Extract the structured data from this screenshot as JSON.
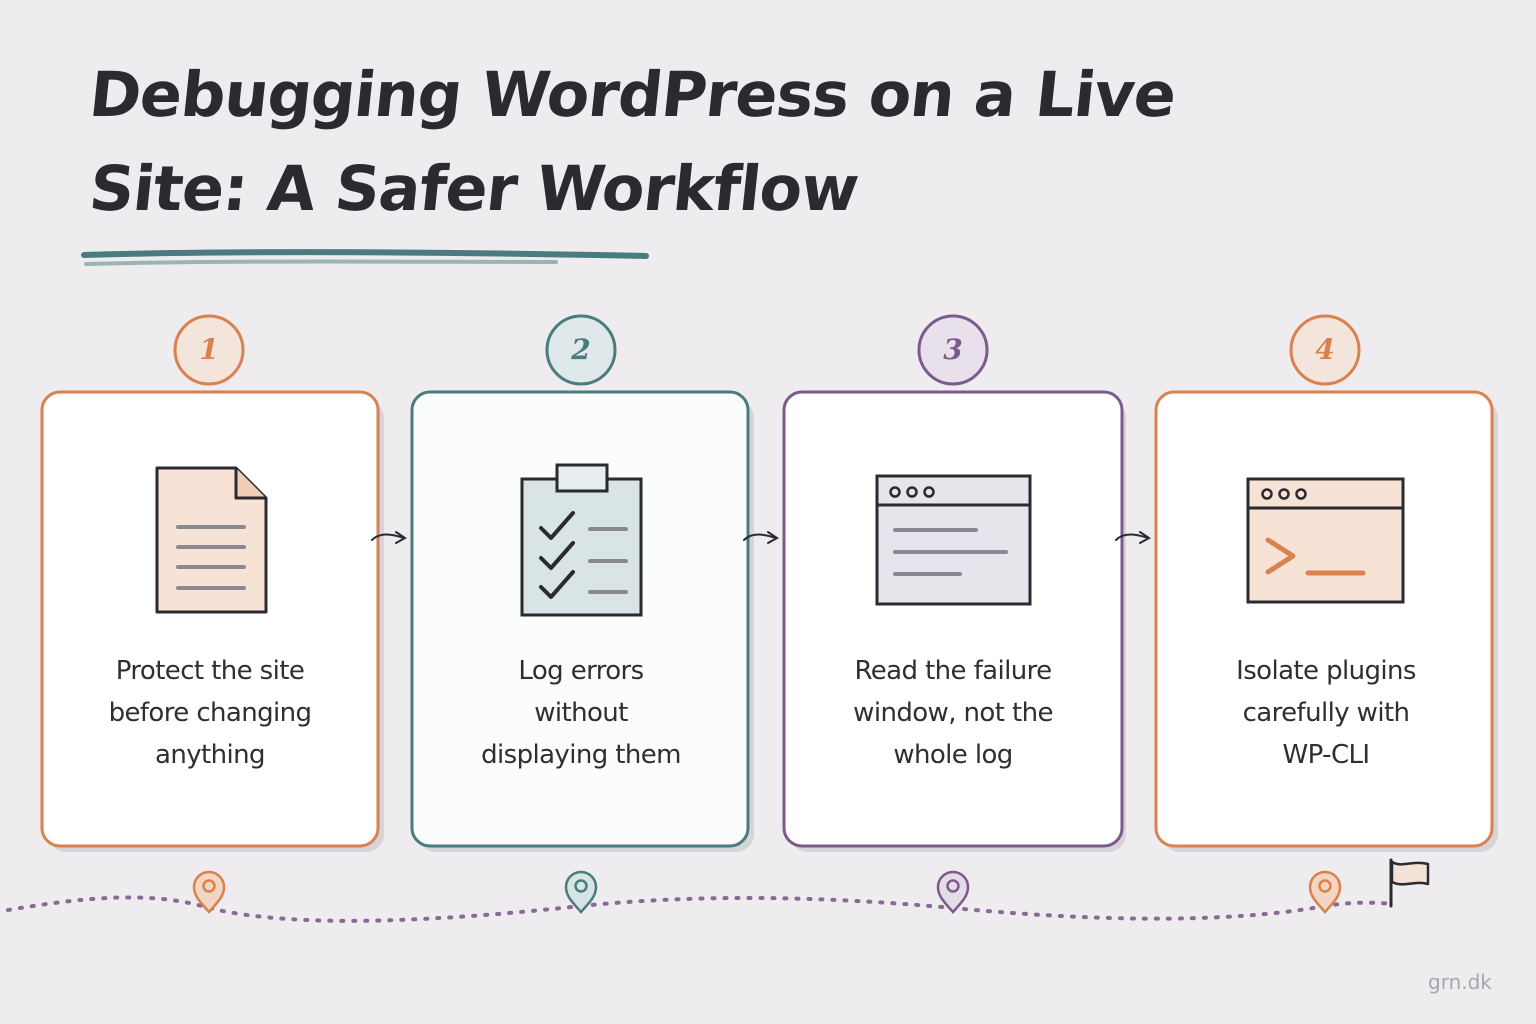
{
  "title": {
    "line1": "Debugging WordPress on a Live",
    "line2": "Site: A Safer Workflow"
  },
  "colors": {
    "background": "#eeecef",
    "orange": "#d9814f",
    "teal": "#4a7b7e",
    "purple": "#7d5a8c",
    "dark": "#2b2a30",
    "path": "#8a6a95"
  },
  "steps": [
    {
      "number": "1",
      "label": "Protect the site before changing anything",
      "lines": [
        "Protect the site",
        "before changing",
        "anything"
      ],
      "color": "#d9814f",
      "icon": "document-icon"
    },
    {
      "number": "2",
      "label": "Log errors without displaying them",
      "lines": [
        "Log errors",
        "without",
        "displaying them"
      ],
      "color": "#4a7b7e",
      "icon": "clipboard-checklist-icon"
    },
    {
      "number": "3",
      "label": "Read the failure window, not the whole log",
      "lines": [
        "Read the failure",
        "window, not the",
        "whole log"
      ],
      "color": "#7d5a8c",
      "icon": "browser-window-icon"
    },
    {
      "number": "4",
      "label": "Isolate plugins carefully with WP-CLI",
      "lines": [
        "Isolate plugins",
        "carefully with",
        "WP-CLI"
      ],
      "color": "#d9814f",
      "icon": "terminal-icon"
    }
  ],
  "watermark": "grn.dk"
}
